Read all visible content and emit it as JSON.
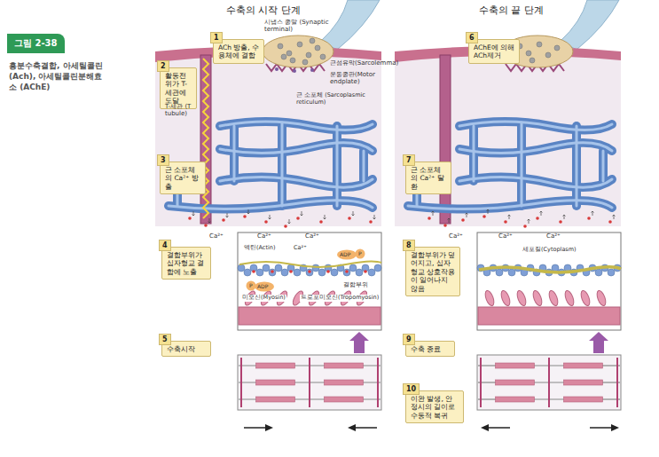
{
  "diagram": {
    "title": "그림 2-38",
    "caption": "흥분수축결합, 아세틸콜린 (Ach), 아세틸콜린분해효소 (AChE)",
    "nodes": [
      {
        "text": [
          "1",
          "ACh 방출, 수용체에 결합"
        ]
      },
      {
        "text": [
          "2",
          "활동전위가 T-세관에 도달"
        ]
      },
      {
        "text": [
          "3",
          "근 소포체의 Ca²⁺ 방출"
        ]
      },
      {
        "text": [
          "4",
          "결합부위가 십자형교 결합에 노출"
        ]
      },
      {
        "text": [
          "5",
          "수축시작"
        ]
      },
      {
        "text": [
          "6",
          "AChE에 의해 ACh제거"
        ]
      },
      {
        "text": [
          "7",
          "근 소포체의 Ca²⁺ 탈환"
        ]
      },
      {
        "text": [
          "8",
          "결합부위가 덮어지고, 십자형교 상호작용이 일어나지 않음"
        ]
      },
      {
        "text": [
          "9",
          "수축 종료"
        ]
      },
      {
        "text": [
          "10",
          "이완 발생, 안정시의 길이로 수동적 복귀"
        ]
      }
    ],
    "labels": [
      "수축의 시작 단계",
      "수축의 끝 단계",
      "시냅스 종말 (Synaptic terminal)",
      "근섬유막(Sarcolemma)",
      "운동종판(Motor endplate)",
      "근 소포체 (Sarcoplasmic reticulum)",
      "T-세관 (T tubule)",
      "Ca²⁺",
      "Ca²⁺",
      "Ca²⁺",
      "Ca²⁺",
      "Ca²⁺",
      "Ca²⁺",
      "액틴(Actin)",
      "Ca²⁺",
      "ADP",
      "P",
      "결합부위",
      "ADP",
      "P",
      "미오신(Myosin)",
      "트로포미오신(Tropomyosin)",
      "세포질(Cytoplasm)"
    ]
  }
}
